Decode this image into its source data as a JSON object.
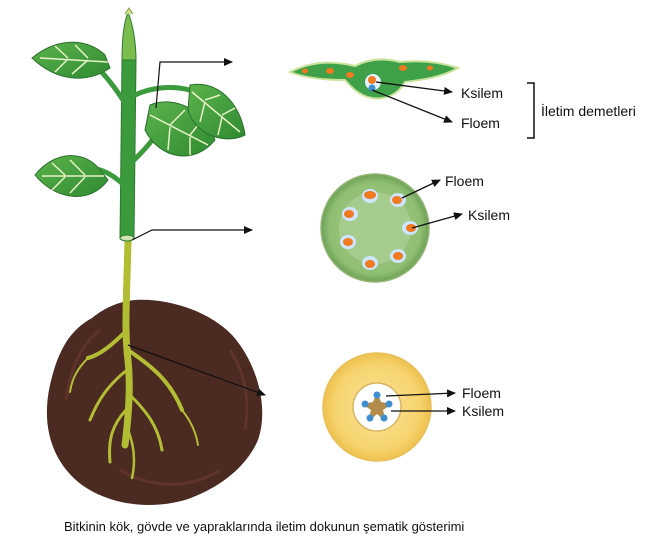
{
  "labels": {
    "leaf_ksilem": "Ksilem",
    "leaf_floem": "Floem",
    "bracket_label": "İletim demetleri",
    "stem_floem": "Floem",
    "stem_ksilem": "Ksilem",
    "root_floem": "Floem",
    "root_ksilem": "Ksilem"
  },
  "caption": "Bitkinin kök, gövde ve yapraklarında iletim dokunun şematik gösterimi",
  "colors": {
    "leaf": "#3f9e3a",
    "leaf_vein": "#e9f2c8",
    "stem": "#3a9a3c",
    "soil": "#4b2a22",
    "root": "#b8c03a",
    "ksilem": "#3f8fd0",
    "floem": "#ef7a1f",
    "stem_section": "#b6d08a",
    "root_section": "#f5d36a"
  }
}
